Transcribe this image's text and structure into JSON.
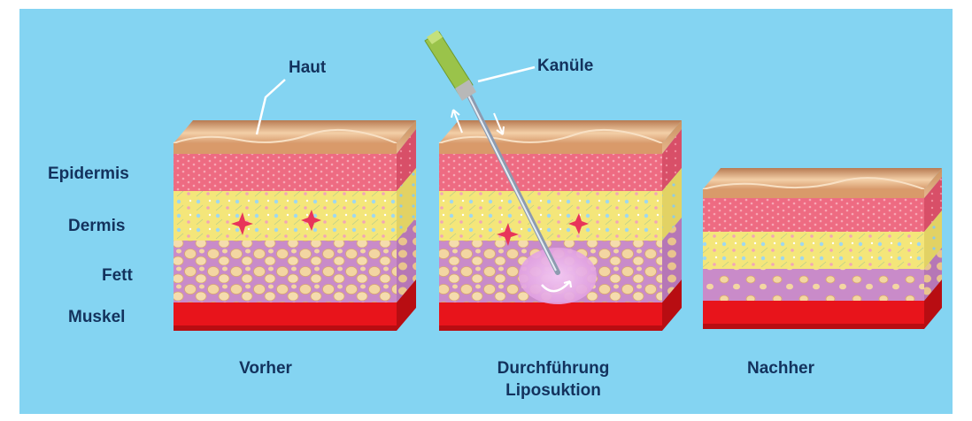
{
  "labels": {
    "haut": "Haut",
    "kanuele": "Kanüle",
    "epidermis": "Epidermis",
    "dermis": "Dermis",
    "fett": "Fett",
    "muskel": "Muskel"
  },
  "captions": {
    "vorher": "Vorher",
    "durchfuehrung_line1": "Durchführung",
    "durchfuehrung_line2": "Liposuktion",
    "nachher": "Nachher"
  },
  "colors": {
    "background": "#84d4f2",
    "text": "#13325d",
    "skin_top": "#d9a57c",
    "epidermis": "#ef6a82",
    "dermis": "#f4e67a",
    "fat": "#c98bc9",
    "fat_cells": "#f3d6a2",
    "muscle": "#e8141b",
    "cannula_handle": "#9ac34a",
    "suction_glow": "#e6a7e6"
  }
}
